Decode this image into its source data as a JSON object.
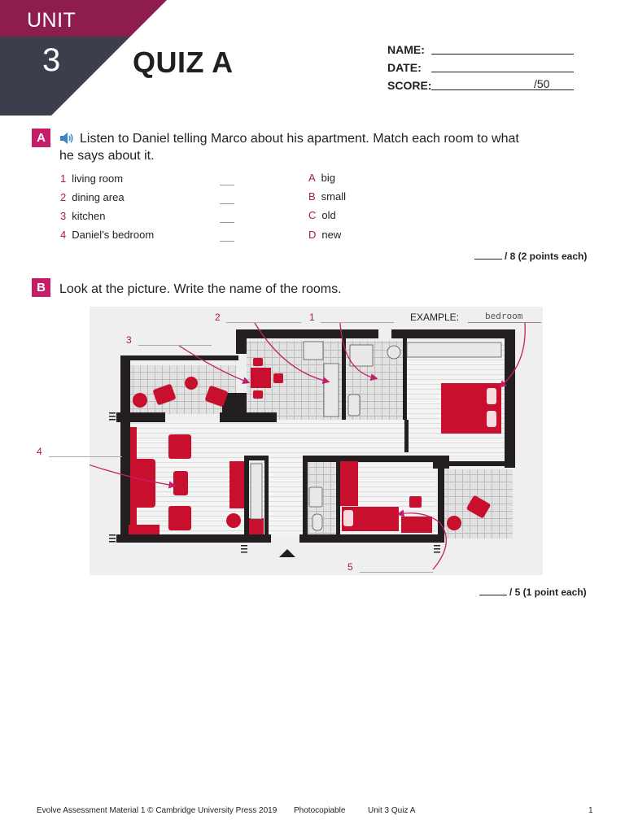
{
  "header": {
    "unit_label": "UNIT",
    "unit_number": "3",
    "quiz_title": "QUIZ A",
    "name_label": "NAME:",
    "date_label": "DATE:",
    "score_label": "SCORE:",
    "score_total": "/50",
    "colors": {
      "banner_top": "#8c1d4d",
      "banner_bottom": "#3a3f4b"
    }
  },
  "section_a": {
    "badge": "A",
    "icon": "audio-speaker-icon",
    "instruction_line1": "Listen to Daniel telling Marco about his apartment. Match each room to what",
    "instruction_line2": "he says about it.",
    "rooms": [
      {
        "num": "1",
        "label": "living room"
      },
      {
        "num": "2",
        "label": "dining area"
      },
      {
        "num": "3",
        "label": "kitchen"
      },
      {
        "num": "4",
        "label": "Daniel’s bedroom"
      }
    ],
    "options": [
      {
        "letter": "A",
        "label": "big"
      },
      {
        "letter": "B",
        "label": "small"
      },
      {
        "letter": "C",
        "label": "old"
      },
      {
        "letter": "D",
        "label": "new"
      }
    ],
    "points": "/ 8 (2 points each)"
  },
  "section_b": {
    "badge": "B",
    "instruction": "Look at the picture. Write the name of the rooms.",
    "labels": [
      "1",
      "2",
      "3",
      "4",
      "5"
    ],
    "example_label": "EXAMPLE:",
    "example_answer": "bedroom",
    "points": "/ 5 (1 point each)",
    "colors": {
      "wall": "#231f20",
      "furniture": "#c8102e",
      "arrow": "#c41e6b",
      "background": "#efefef"
    }
  },
  "footer": {
    "left": "Evolve Assessment Material 1 © Cambridge University Press 2019",
    "middle": "Photocopiable",
    "right": "Unit 3 Quiz A",
    "page": "1"
  }
}
